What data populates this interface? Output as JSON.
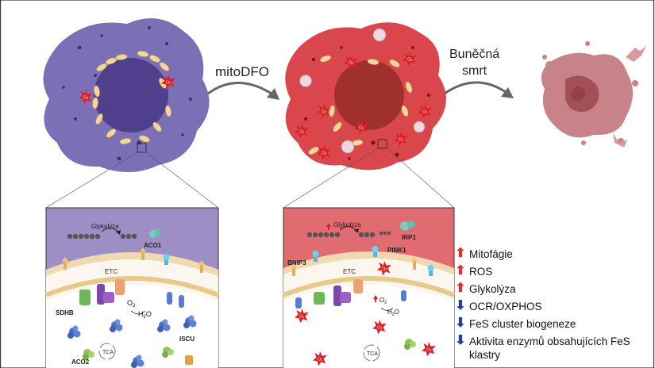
{
  "labels": {
    "arrow1": "mitoDFO",
    "arrow2_line1": "Buněčná",
    "arrow2_line2": "smrt"
  },
  "left_panel": {
    "glycolysis": "Glykolýza",
    "aco1": "ACO1",
    "etc": "ETC",
    "o2": "O",
    "o2_sub": "2",
    "h2o": "H",
    "h2o_sub": "2",
    "h2o_end": "O",
    "sdhb": "SDHB",
    "iscu": "ISCU",
    "tca": "TCA",
    "aco2": "ACO2"
  },
  "right_panel": {
    "glycolysis": "Glykolýza",
    "irp1": "IRP1",
    "pink1": "PINK1",
    "bnip3": "BNIP3",
    "etc": "ETC",
    "o2": "O",
    "o2_sub": "2",
    "h2o": "H",
    "h2o_sub": "2",
    "h2o_end": "O",
    "tca": "TCA"
  },
  "legend": [
    {
      "dir": "up",
      "text": "Mitofágie"
    },
    {
      "dir": "up",
      "text": "ROS"
    },
    {
      "dir": "up",
      "text": "Glykolýza"
    },
    {
      "dir": "down",
      "text": "OCR/OXPHOS"
    },
    {
      "dir": "down",
      "text": "FeS cluster biogeneze"
    },
    {
      "dir": "down",
      "text": "Aktivita enzymů obsahujících FeS klastry"
    }
  ],
  "colors": {
    "purple_cell": "#7b6fb6",
    "purple_nucleus": "#4f3f8c",
    "red_cell": "#d9474c",
    "red_nucleus": "#a0302e",
    "dead_cell": "#c88389",
    "purple_panel": "#9d8fc6",
    "red_panel": "#e06b70",
    "mito": "#f3d79a",
    "ros": "#e11f26",
    "up": "#e03030",
    "down": "#2a3c9c"
  }
}
